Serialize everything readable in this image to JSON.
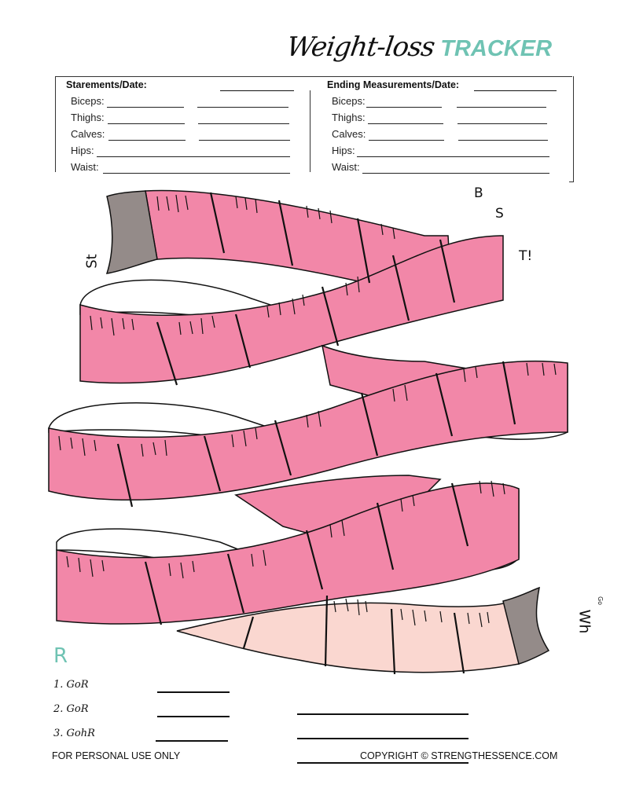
{
  "header": {
    "title_script": "Weight-loss",
    "title_main": "TRACKER",
    "accent_color": "#6fc3b3"
  },
  "starting": {
    "heading": "Starements/Date:",
    "rows": [
      {
        "label": "Biceps:"
      },
      {
        "label": "Thighs:"
      },
      {
        "label": "Calves:"
      },
      {
        "label": "Hips:"
      },
      {
        "label": "Waist:"
      }
    ]
  },
  "ending": {
    "heading": "Ending Measurements/Date:",
    "rows": [
      {
        "label": "Biceps:"
      },
      {
        "label": "Thighs:"
      },
      {
        "label": "Calves:"
      },
      {
        "label": "Hips:"
      },
      {
        "label": "Waist:"
      }
    ]
  },
  "illustration": {
    "start_label": "St",
    "best_b": "B",
    "best_s": "S",
    "best_t": "T!",
    "end_label": "Wh",
    "end_small": "Go",
    "tape_color": "#f287a8",
    "tape_light": "#fad7d0",
    "tape_end_color": "#948b89"
  },
  "rewards": {
    "heading": "R",
    "goals": [
      {
        "label": "1. GoR"
      },
      {
        "label": "2. GoR"
      },
      {
        "label": "3. GohR"
      }
    ]
  },
  "footer": {
    "left": "FOR PERSONAL USE ONLY",
    "right": "COPYRIGHT © STRENGTHESSENCE.COM"
  }
}
